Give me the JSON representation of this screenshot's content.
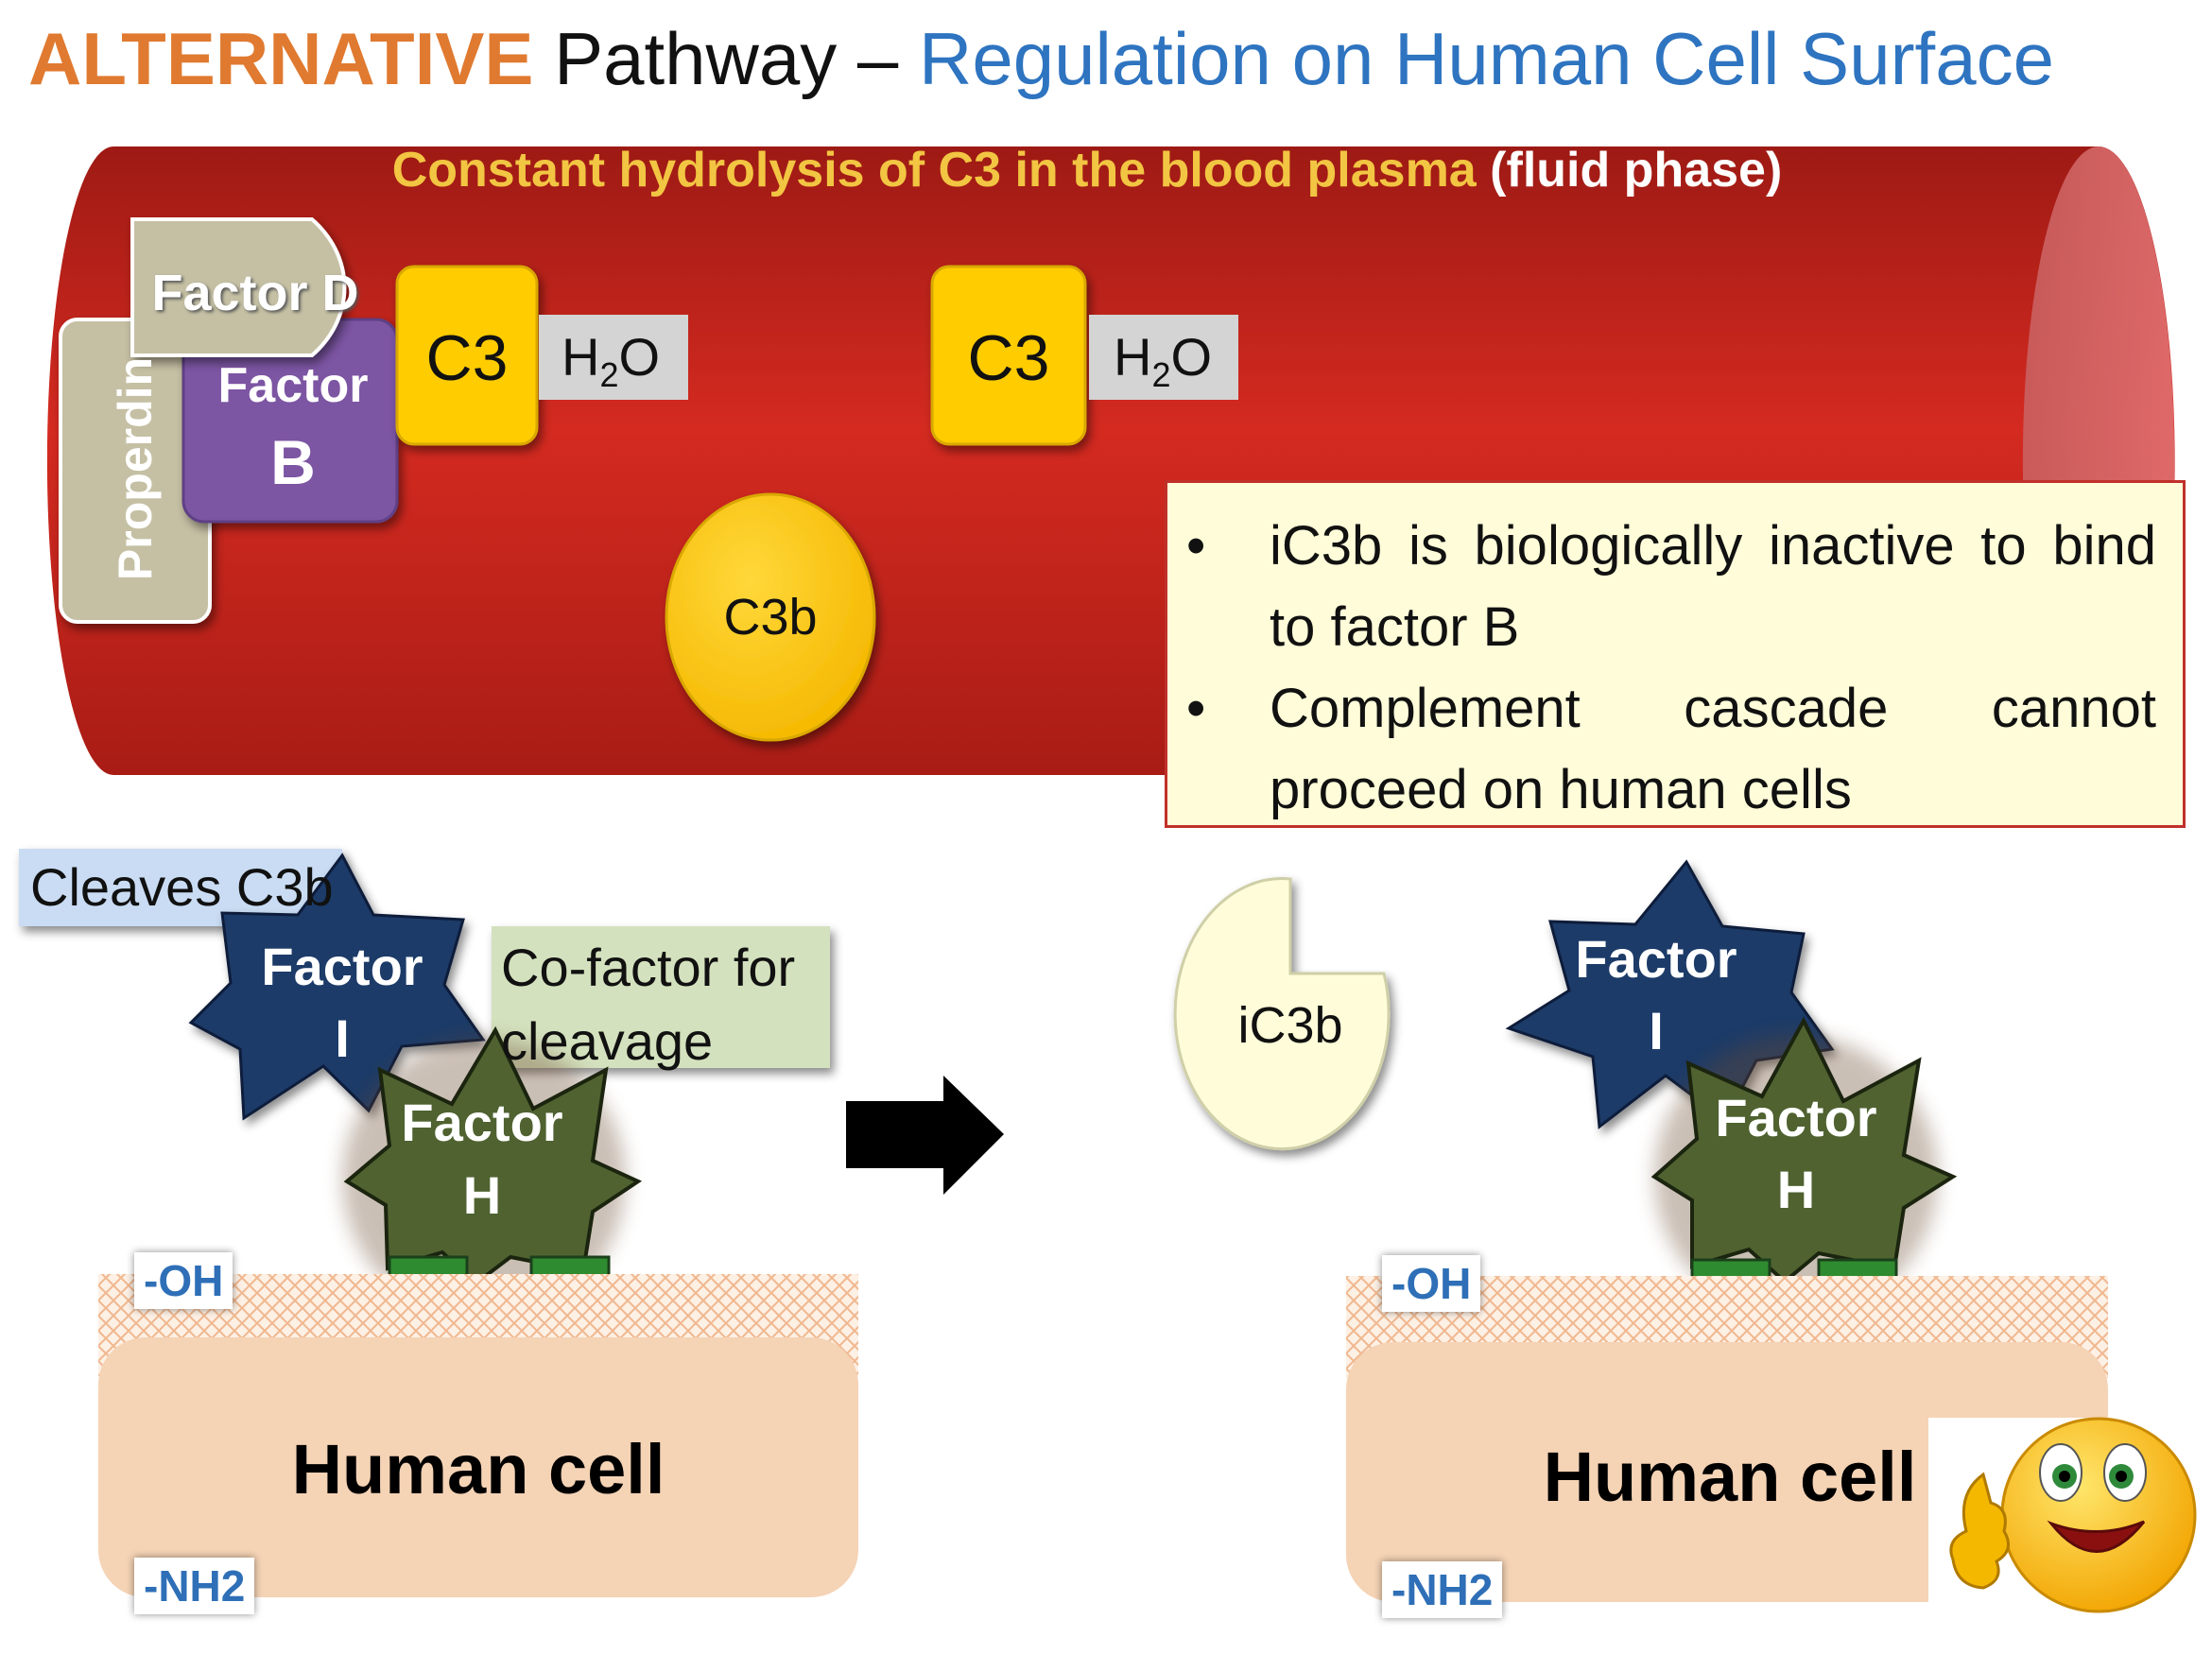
{
  "title": {
    "part1": "ALTERNATIVE",
    "part2": " Pathway – ",
    "part3": "Regulation on Human Cell Surface"
  },
  "vessel": {
    "caption_yellow": "Constant hydrolysis of C3 in the blood plasma",
    "caption_white": " (fluid phase)"
  },
  "molecules": {
    "factor_d": "Factor D",
    "properdin": "Properdin",
    "factor_b_line1": "Factor",
    "factor_b_line2": "B",
    "c3_left": "C3",
    "c3_right": "C3",
    "h2o_h": "H",
    "h2o_sub": "2",
    "h2o_o": "O",
    "c3b": "C3b",
    "ic3b": "iC3b"
  },
  "notes": {
    "items": [
      "iC3b is biologically inactive to bind to factor B",
      "Complement cascade cannot proceed on human cells"
    ]
  },
  "left_panel": {
    "cleaves_label": "Cleaves C3b",
    "cofactor_label": "Co-factor for cleavage",
    "factor_i_line1": "Factor",
    "factor_i_line2": "I",
    "factor_h_line1": "Factor",
    "factor_h_line2": "H",
    "oh_tag": "-OH",
    "nh2_tag": "-NH2",
    "cell_label": "Human cell"
  },
  "right_panel": {
    "factor_i_line1": "Factor",
    "factor_i_line2": "I",
    "factor_h_line1": "Factor",
    "factor_h_line2": "H",
    "oh_tag": "-OH",
    "nh2_tag": "-NH2",
    "cell_label": "Human cell"
  },
  "colors": {
    "title_orange": "#E07A30",
    "title_blue": "#2E74C0",
    "vessel_red": "#C8241C",
    "c3_yellow": "#FFCC00",
    "factor_b_purple": "#7B55A3",
    "factor_i_navy": "#1F3A68",
    "factor_h_olive": "#4F6230",
    "cell_peach": "#F5D3B5",
    "note_fill": "#FFFDD9"
  },
  "icons": [
    "right-arrow-icon",
    "smiley-thumbs-up-icon"
  ]
}
